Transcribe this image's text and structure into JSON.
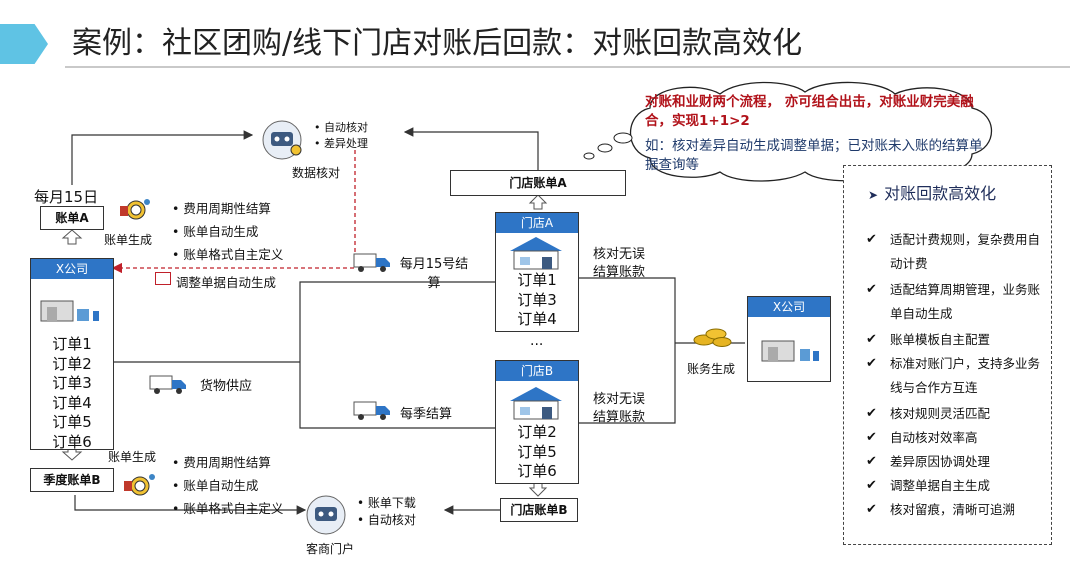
{
  "title": "案例：社区团购/线下门店对账后回款：对账回款高效化",
  "left": {
    "monthly_label": "每月15日",
    "bill_a": "账单A",
    "bill_gen_top": "账单生成",
    "bill_gen_top_items": [
      "费用周期性结算",
      "账单自动生成",
      "账单格式自主定义"
    ],
    "company": "X公司",
    "orders": [
      "订单1",
      "订单2",
      "订单3",
      "订单4",
      "订单5",
      "订单6"
    ],
    "adjust_label": "调整单据自动生成",
    "bill_gen_bottom": "账单生成",
    "quarter_bill": "季度账单B",
    "bill_gen_bottom_items": [
      "费用周期性结算",
      "账单自动生成",
      "账单格式自主定义"
    ]
  },
  "center": {
    "data_check_label": "数据核对",
    "data_check_items": [
      "自动核对",
      "差异处理"
    ],
    "monthly_settle": "每月15号结算",
    "goods_supply": "货物供应",
    "quarter_settle": "每季结算",
    "portal_label": "客商门户",
    "portal_items": [
      "账单下载",
      "自动核对"
    ]
  },
  "stores": {
    "store_bill_a": "门店账单A",
    "store_a": "门店A",
    "store_a_orders": [
      "订单1",
      "订单3",
      "订单4"
    ],
    "ellipsis": "...",
    "store_b": "门店B",
    "store_b_orders": [
      "订单2",
      "订单5",
      "订单6"
    ],
    "store_bill_b": "门店账单B",
    "check_ok_a": "核对无误结算账款",
    "check_ok_b": "核对无误结算账款"
  },
  "right": {
    "finance_gen": "账务生成",
    "company": "X公司"
  },
  "cloud": {
    "line1": "对账和业财两个流程， 亦可组合出击，对账业财完美融合，实现1+1>2",
    "line2": "如：核对差异自动生成调整单据；已对账未入账的结算单据查询等"
  },
  "panel": {
    "title": "对账回款高效化",
    "items": [
      "适配计费规则，复杂费用自动计费",
      "适配结算周期管理，业务账单自动生成",
      "账单模板自主配置",
      "标准对账门户，支持多业务线与合作方互连",
      "核对规则灵活匹配",
      "自动核对效率高",
      "差异原因协调处理",
      "调整单据自主生成",
      "核对留痕，清晰可追溯"
    ]
  },
  "colors": {
    "accent": "#2e75c6",
    "title_bar": "#5fc3e4",
    "cloud_red": "#b1121a",
    "cloud_blue": "#1f3a6b"
  },
  "icons": [
    "truck-icon",
    "gear-robot-icon",
    "coins-icon",
    "store-icon",
    "check-icon",
    "bulb-icon",
    "doc-icon"
  ]
}
